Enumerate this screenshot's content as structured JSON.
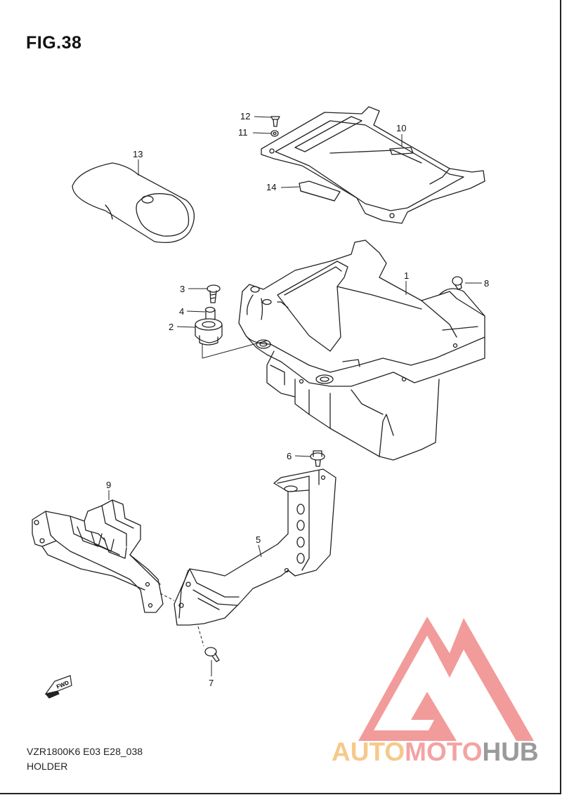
{
  "figure": {
    "title": "FIG.38",
    "code": "VZR1800K6 E03 E28_038",
    "name": "HOLDER"
  },
  "callouts": [
    {
      "id": "c1",
      "label": "1"
    },
    {
      "id": "c2",
      "label": "2"
    },
    {
      "id": "c3",
      "label": "3"
    },
    {
      "id": "c4",
      "label": "4"
    },
    {
      "id": "c5",
      "label": "5"
    },
    {
      "id": "c6",
      "label": "6"
    },
    {
      "id": "c7",
      "label": "7"
    },
    {
      "id": "c8",
      "label": "8"
    },
    {
      "id": "c9",
      "label": "9"
    },
    {
      "id": "c10",
      "label": "10"
    },
    {
      "id": "c11",
      "label": "11"
    },
    {
      "id": "c12",
      "label": "12"
    },
    {
      "id": "c13",
      "label": "13"
    },
    {
      "id": "c14",
      "label": "14"
    }
  ],
  "fwd_marker": {
    "label": "FWD"
  },
  "watermark": {
    "part1": "AUTO",
    "part2": "MOTO",
    "part3": "HUB",
    "colors": {
      "auto": "#f6c98a",
      "moto": "#f3a3a3",
      "hub": "#9a9a9a",
      "logo": "#f08a8a"
    }
  }
}
